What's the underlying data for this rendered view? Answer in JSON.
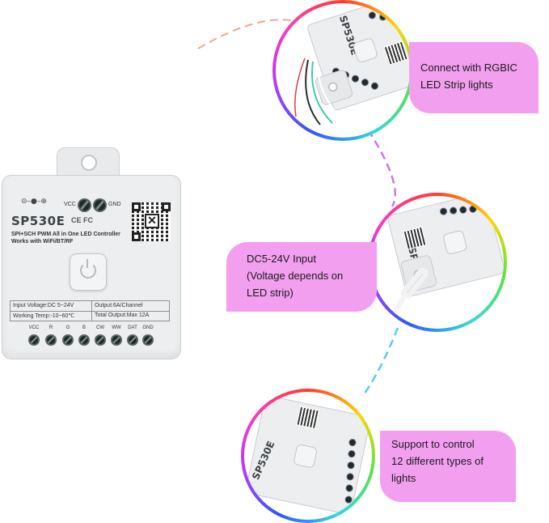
{
  "device": {
    "model": "SP530E",
    "cert_marks": "CE FC",
    "subtitle_line1": "SPI+SCH PWM All in One LED Controller",
    "subtitle_line2": "Works with WiFi/BT/RF",
    "vcc_label": "VCC",
    "gnd_label": "GND",
    "spec": {
      "input_voltage": "Input Voltage:DC 5~24V",
      "output": "Output:6A/Channel",
      "working_temp": "Working Temp:-10~60℃",
      "total_output": "Total Output:Max 12A"
    },
    "terminals": [
      "VCC",
      "R",
      "G",
      "B",
      "CW",
      "WW",
      "DAT",
      "GND"
    ]
  },
  "callouts": {
    "rgbic": {
      "line1": "Connect with RGBIC",
      "line2": "LED Strip lights"
    },
    "input": {
      "line1": "DC5-24V Input",
      "line2": "(Voltage  depends on",
      "line3": "LED strip)"
    },
    "types": {
      "line1": "Support to control",
      "line2": "12 different types of",
      "line3": "lights"
    }
  },
  "colors": {
    "callout_bg": "#f29ff0",
    "device_body": "#eceef0",
    "terminal": "#1f2a2a",
    "ring": [
      "#ff3a2d",
      "#ffd500",
      "#5de34a",
      "#33d6e0",
      "#2f57ff",
      "#b23bff",
      "#ff39b5"
    ]
  }
}
